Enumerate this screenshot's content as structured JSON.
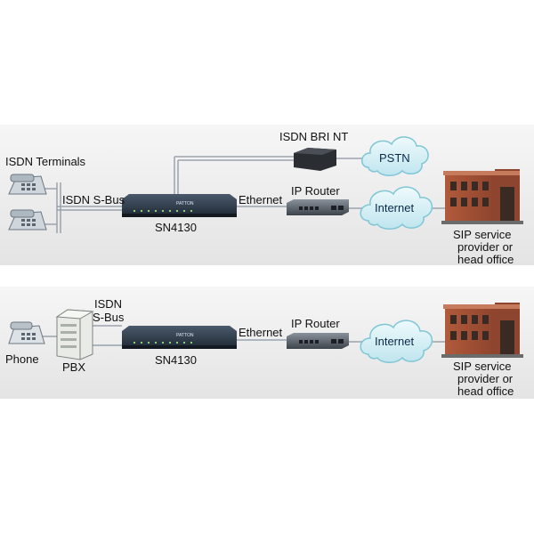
{
  "top": {
    "isdn_terminals": "ISDN Terminals",
    "isdn_sbus": "ISDN S-Bus",
    "device": "SN4130",
    "ethernet": "Ethernet",
    "ip_router": "IP Router",
    "isdn_bri_nt": "ISDN BRI NT",
    "pstn": "PSTN",
    "internet": "Internet",
    "sip_line1": "SIP service",
    "sip_line2": "provider or",
    "sip_line3": "head office"
  },
  "bottom": {
    "phone": "Phone",
    "pbx": "PBX",
    "isdn_line1": "ISDN",
    "isdn_line2": "S-Bus",
    "device": "SN4130",
    "ethernet": "Ethernet",
    "ip_router": "IP Router",
    "internet": "Internet",
    "sip_line1": "SIP service",
    "sip_line2": "provider or",
    "sip_line3": "head office"
  },
  "device_brand": "PATTON",
  "colors": {
    "panel_bg": "#ececec",
    "cloud_fill": "#d9f0f4",
    "cloud_stroke": "#7fc6d6",
    "building": "#9a4a32",
    "device_body": "#2e3a4a"
  }
}
